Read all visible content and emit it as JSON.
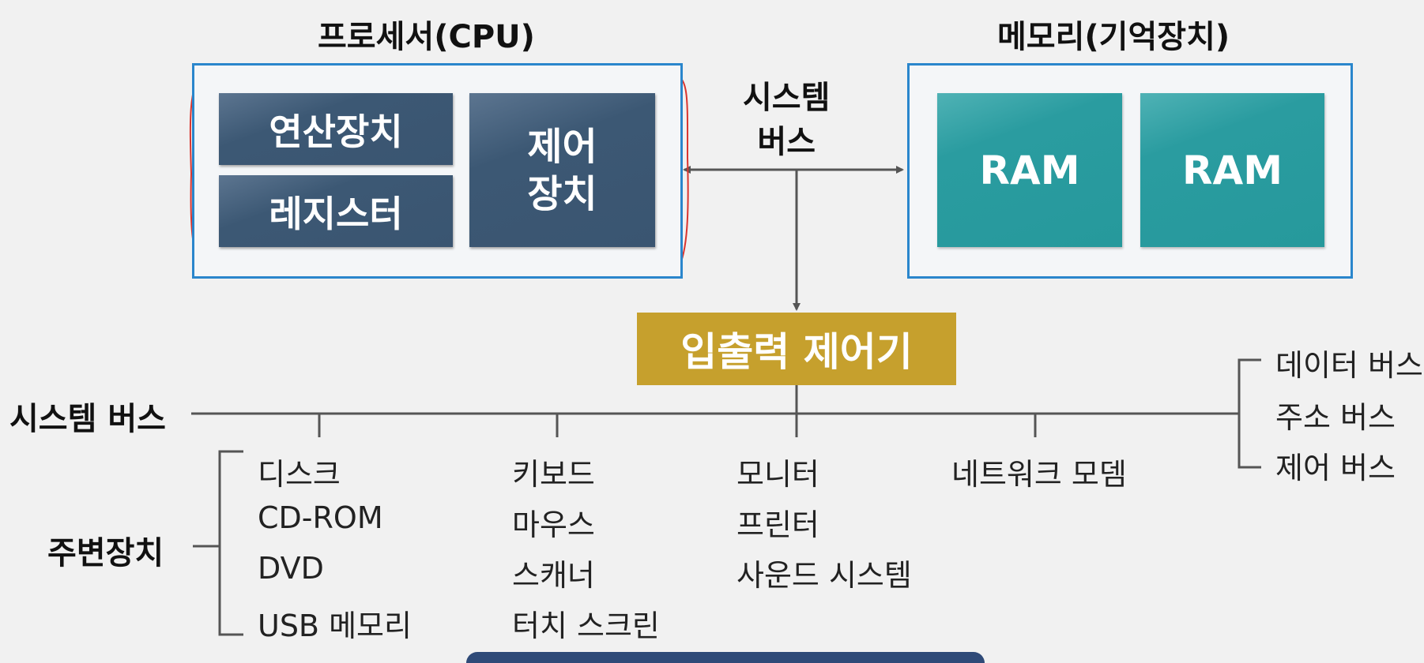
{
  "cpu": {
    "title": "프로세서(CPU)",
    "alu": "연산장치",
    "register": "레지스터",
    "control_line1": "제어",
    "control_line2": "장치"
  },
  "memory": {
    "title": "메모리(기억장치)",
    "ram1": "RAM",
    "ram2": "RAM"
  },
  "system_bus_top": {
    "line1": "시스템",
    "line2": "버스"
  },
  "io_controller": "입출력 제어기",
  "system_bus_label": "시스템 버스",
  "bus_types": [
    "데이터 버스",
    "주소 버스",
    "제어 버스"
  ],
  "peripherals": {
    "label": "주변장치",
    "storage": [
      "디스크",
      "CD-ROM",
      "DVD",
      "USB 메모리"
    ],
    "input": [
      "키보드",
      "마우스",
      "스캐너",
      "터치 스크린"
    ],
    "output": [
      "모니터",
      "프린터",
      "사운드 시스템"
    ],
    "network": [
      "네트워크 모뎀"
    ]
  },
  "colors": {
    "frame_border": "#2a86cc",
    "cpu_block": "#3c5874",
    "ram_block": "#26999c",
    "io_controller": "#c6a02d",
    "lines": "#555555",
    "annotation": "#d9352f"
  }
}
